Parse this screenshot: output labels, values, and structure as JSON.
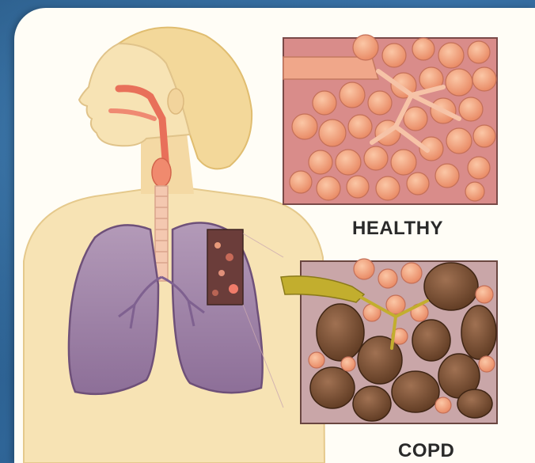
{
  "labels": {
    "healthy": "HEALTHY",
    "copd": "COPD"
  },
  "colors": {
    "background": "#2c5f8e",
    "panel": "#fffdf6",
    "skin": "#f7e3b4",
    "hair": "#f3d89a",
    "lung": "#9d7fa6",
    "healthy_tissue": "#f2a27c",
    "copd_tissue": "#7b5236",
    "airway_copd": "#b9a42a"
  },
  "icons": [
    "human-torso-figure",
    "lungs",
    "healthy-alveoli",
    "copd-alveoli"
  ]
}
